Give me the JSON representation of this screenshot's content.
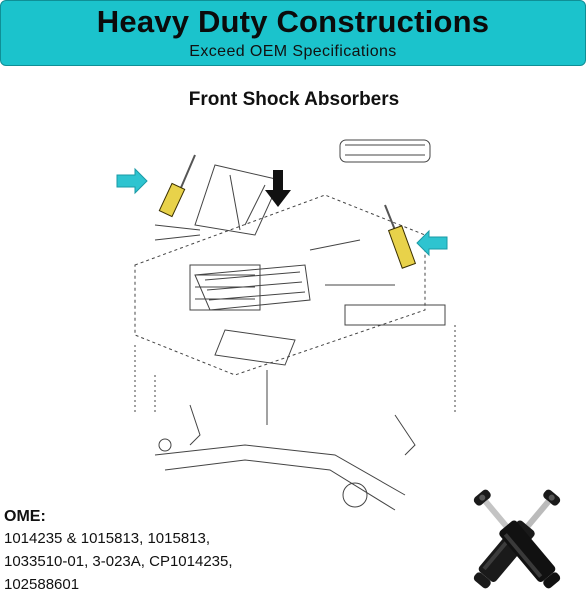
{
  "banner": {
    "title": "Heavy Duty Constructions",
    "subtitle": "Exceed OEM Specifications",
    "bg_color": "#1bc3cc"
  },
  "section": {
    "title": "Front Shock Absorbers"
  },
  "diagram": {
    "shock_color": "#e8d24a",
    "arrow_color": "#2ec4d0",
    "icons": [
      "left-callout-arrow-icon",
      "right-callout-arrow-icon",
      "down-arrow-icon"
    ]
  },
  "ome": {
    "label": "OME:",
    "lines": [
      "1014235 & 1015813, 1015813,",
      "1033510-01, 3-023A, CP1014235,",
      "102588601"
    ]
  },
  "product": {
    "color": "#1a1a1a"
  }
}
